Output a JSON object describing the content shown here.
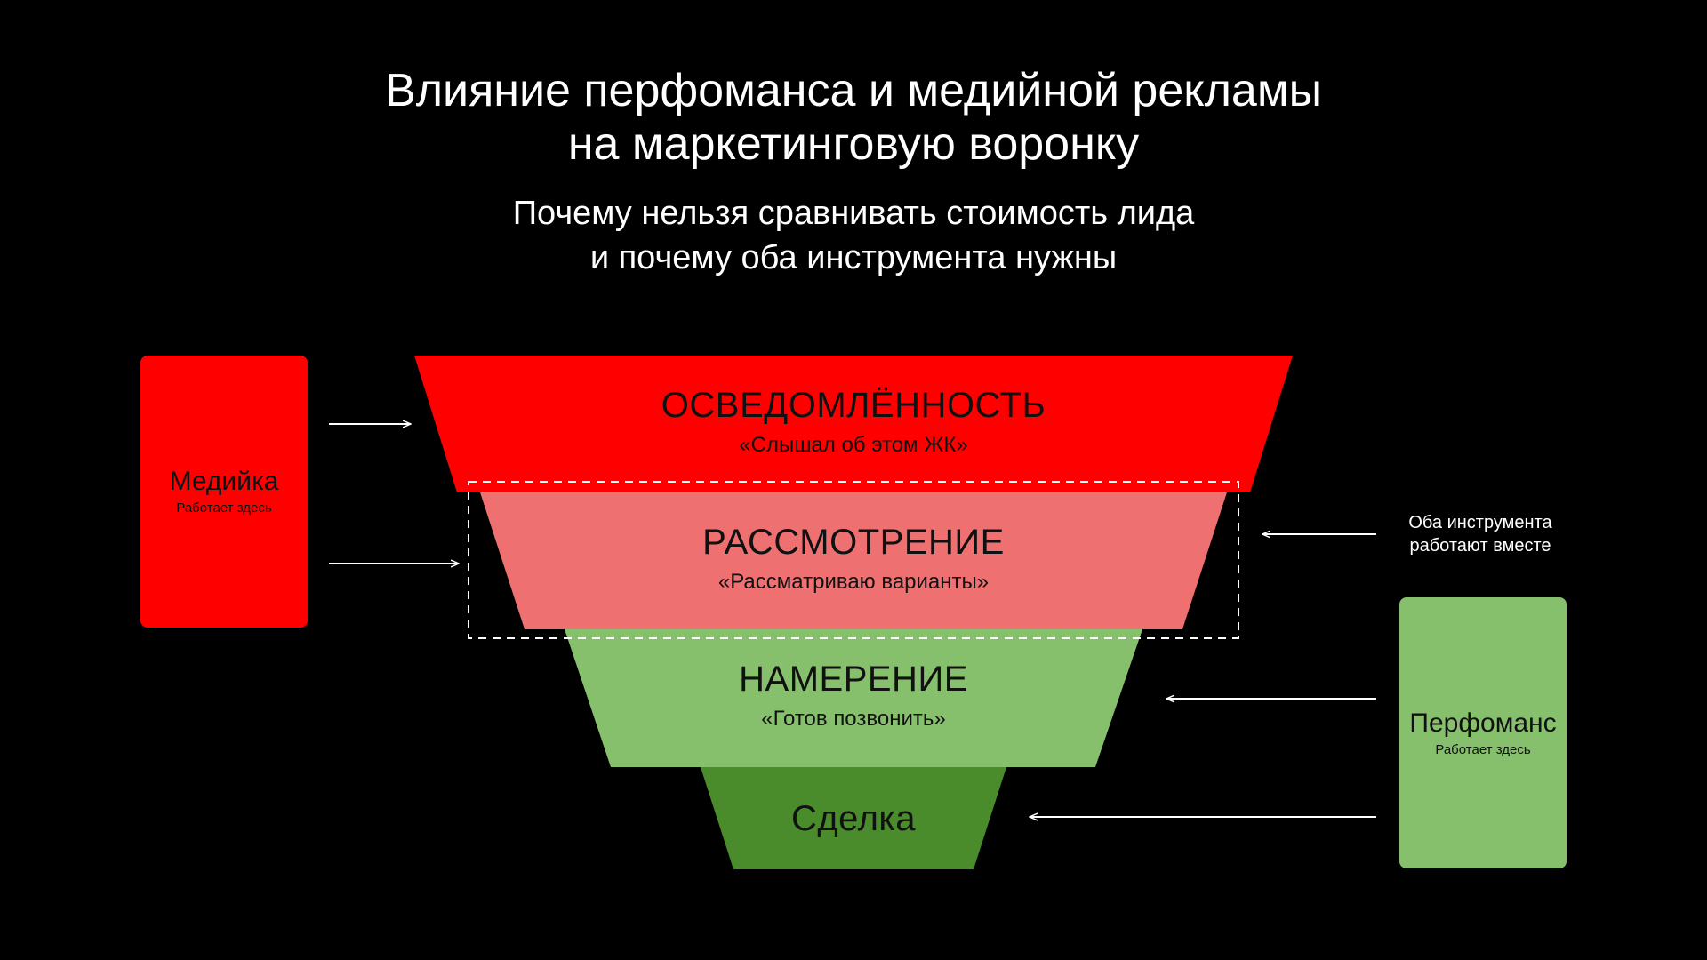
{
  "title": {
    "line1": "Влияние перфоманса и медийной рекламы",
    "line2": "на маркетинговую воронку"
  },
  "subtitle": {
    "line1": "Почему нельзя сравнивать стоимость лида",
    "line2": "и почему оба инструмента нужны"
  },
  "media": {
    "label": "Медийка",
    "note": "Работает здесь",
    "color": "#ff0000"
  },
  "performance": {
    "label": "Перфоманс",
    "note": "Работает здесь",
    "color": "#86c06c"
  },
  "both_note": {
    "line1": "Оба инструмента",
    "line2": "работают вместе"
  },
  "funnel": {
    "stages": [
      {
        "name": "ОСВЕДОМЛЁННОСТЬ",
        "quote": "«Слышал об этом ЖК»",
        "color": "#ff0000"
      },
      {
        "name": "РАССМОТРЕНИЕ",
        "quote": "«Рассматриваю варианты»",
        "color": "#ee7070"
      },
      {
        "name": "НАМЕРЕНИЕ",
        "quote": "«Готов позвонить»",
        "color": "#86c06c"
      },
      {
        "name": "Сделка",
        "quote": "",
        "color": "#4a8c2c"
      }
    ]
  }
}
